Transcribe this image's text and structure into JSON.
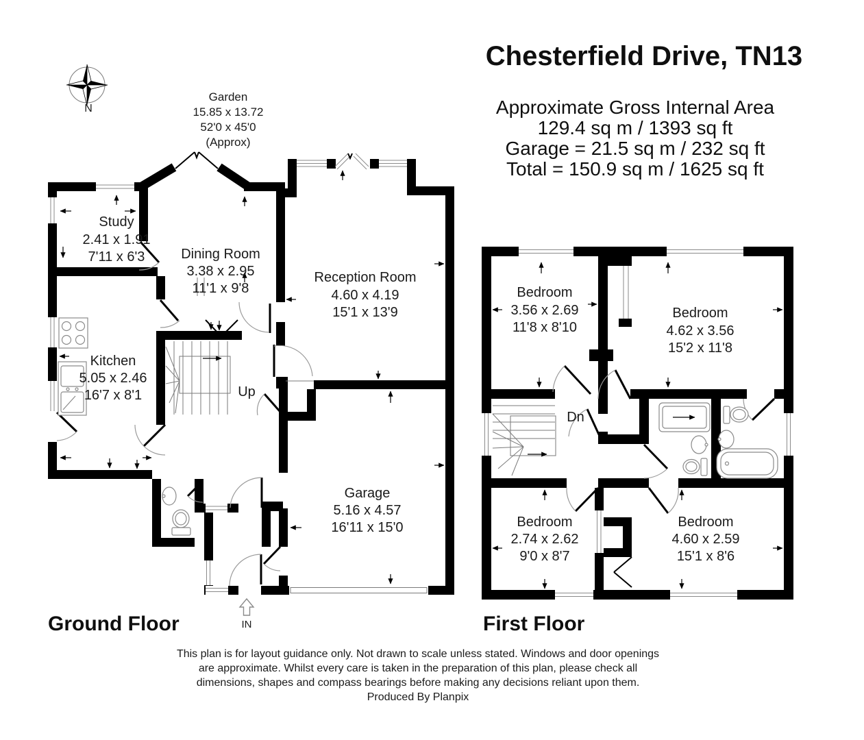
{
  "title": "Chesterfield Drive, TN13",
  "area_summary": {
    "heading": "Approximate Gross Internal Area",
    "internal": "129.4 sq m / 1393 sq ft",
    "garage": "Garage = 21.5 sq m / 232 sq ft",
    "total": "Total = 150.9 sq m / 1625 sq ft"
  },
  "compass": {
    "north_label": "N"
  },
  "garden": {
    "name": "Garden",
    "dim_metric": "15.85 x 13.72",
    "dim_imperial": "52'0 x 45'0",
    "note": "(Approx)"
  },
  "floors": {
    "ground": {
      "label": "Ground Floor",
      "stairs": "Up",
      "entrance": "IN",
      "rooms": {
        "study": {
          "name": "Study",
          "metric": "2.41 x 1.91",
          "imperial": "7'11 x 6'3"
        },
        "dining": {
          "name": "Dining Room",
          "metric": "3.38 x 2.95",
          "imperial": "11'1 x 9'8"
        },
        "reception": {
          "name": "Reception Room",
          "metric": "4.60 x 4.19",
          "imperial": "15'1 x 13'9"
        },
        "kitchen": {
          "name": "Kitchen",
          "metric": "5.05 x 2.46",
          "imperial": "16'7 x 8'1"
        },
        "garage": {
          "name": "Garage",
          "metric": "5.16 x 4.57",
          "imperial": "16'11 x 15'0"
        }
      }
    },
    "first": {
      "label": "First Floor",
      "stairs": "Dn",
      "rooms": {
        "bedroom1": {
          "name": "Bedroom",
          "metric": "3.56 x 2.69",
          "imperial": "11'8 x 8'10"
        },
        "bedroom2": {
          "name": "Bedroom",
          "metric": "4.62 x 3.56",
          "imperial": "15'2 x 11'8"
        },
        "bedroom3": {
          "name": "Bedroom",
          "metric": "2.74 x 2.62",
          "imperial": "9'0 x 8'7"
        },
        "bedroom4": {
          "name": "Bedroom",
          "metric": "4.60 x 2.59",
          "imperial": "15'1 x 8'6"
        }
      }
    }
  },
  "disclaimer": {
    "line1": "This plan is for layout guidance only. Not drawn to scale unless stated. Windows and door openings",
    "line2": "are approximate. Whilst every care is taken in the preparation of this plan, please check all",
    "line3": "dimensions, shapes and compass bearings before making any decisions reliant upon them.",
    "line4": "Produced By Planpix"
  },
  "colors": {
    "wall": "#000000",
    "background": "#ffffff"
  }
}
